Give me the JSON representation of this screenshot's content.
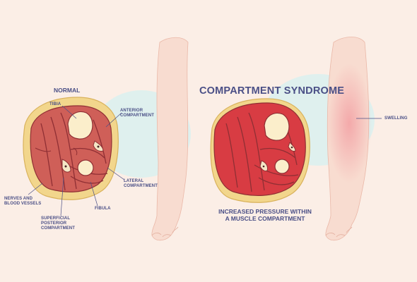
{
  "normal": {
    "title": "NORMAL",
    "labels": {
      "tibia": "TIBIA",
      "anterior": "ANTERIOR\nCOMPARTMENT",
      "lateral": "LATERAL\nCOMPARTMENT",
      "fibula": "FIBULA",
      "nerves": "NERVES AND\nBLOOD VESSELS",
      "posterior": "SUPERFICIAL\nPOSTERIOR\nCOMPARTMENT"
    }
  },
  "syndrome": {
    "title": "COMPARTMENT SYNDROME",
    "swelling": "SWELLING",
    "caption": "INCREASED PRESSURE WITHIN\nA MUSCLE COMPARTMENT"
  },
  "colors": {
    "background": "#fbeee6",
    "halo": "#dff0ee",
    "fat": "#f2d68c",
    "muscle_normal": "#cf5f58",
    "muscle_swollen": "#d83c43",
    "bone": "#fbeecb",
    "skin": "#f8dcd0",
    "swelling": "#f3a6a8",
    "label": "#4a4f86"
  }
}
